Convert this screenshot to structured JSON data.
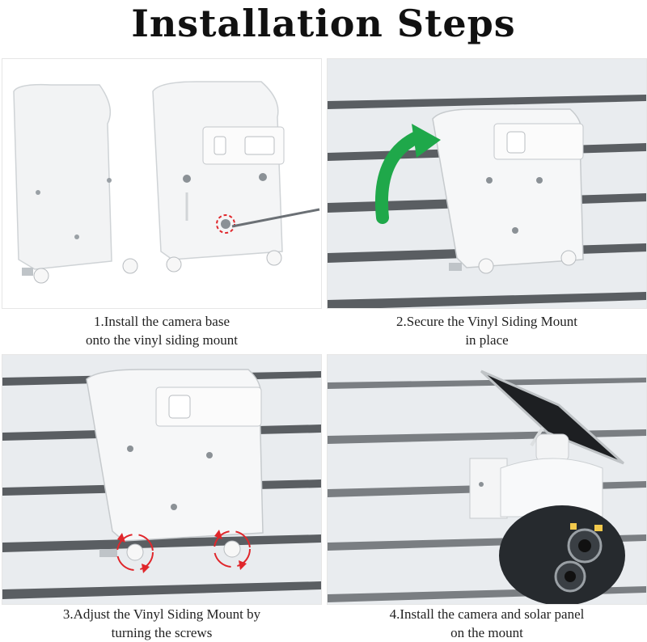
{
  "page": {
    "title": "Installation Steps"
  },
  "steps": [
    {
      "line1": "1.Install the camera base",
      "line2": "onto the vinyl siding mount"
    },
    {
      "line1": "2.Secure the Vinyl Siding Mount",
      "line2": "in place"
    },
    {
      "line1": "3.Adjust the Vinyl Siding Mount by",
      "line2": "turning the screws"
    },
    {
      "line1": "4.Install the camera and solar panel",
      "line2": "on the mount"
    }
  ],
  "colors": {
    "arrow_green": "#1fa84a",
    "rotate_red": "#e0262b",
    "siding_light": "#e9ecef",
    "siding_shadow": "#54585c",
    "mount_white": "#f6f7f8"
  }
}
